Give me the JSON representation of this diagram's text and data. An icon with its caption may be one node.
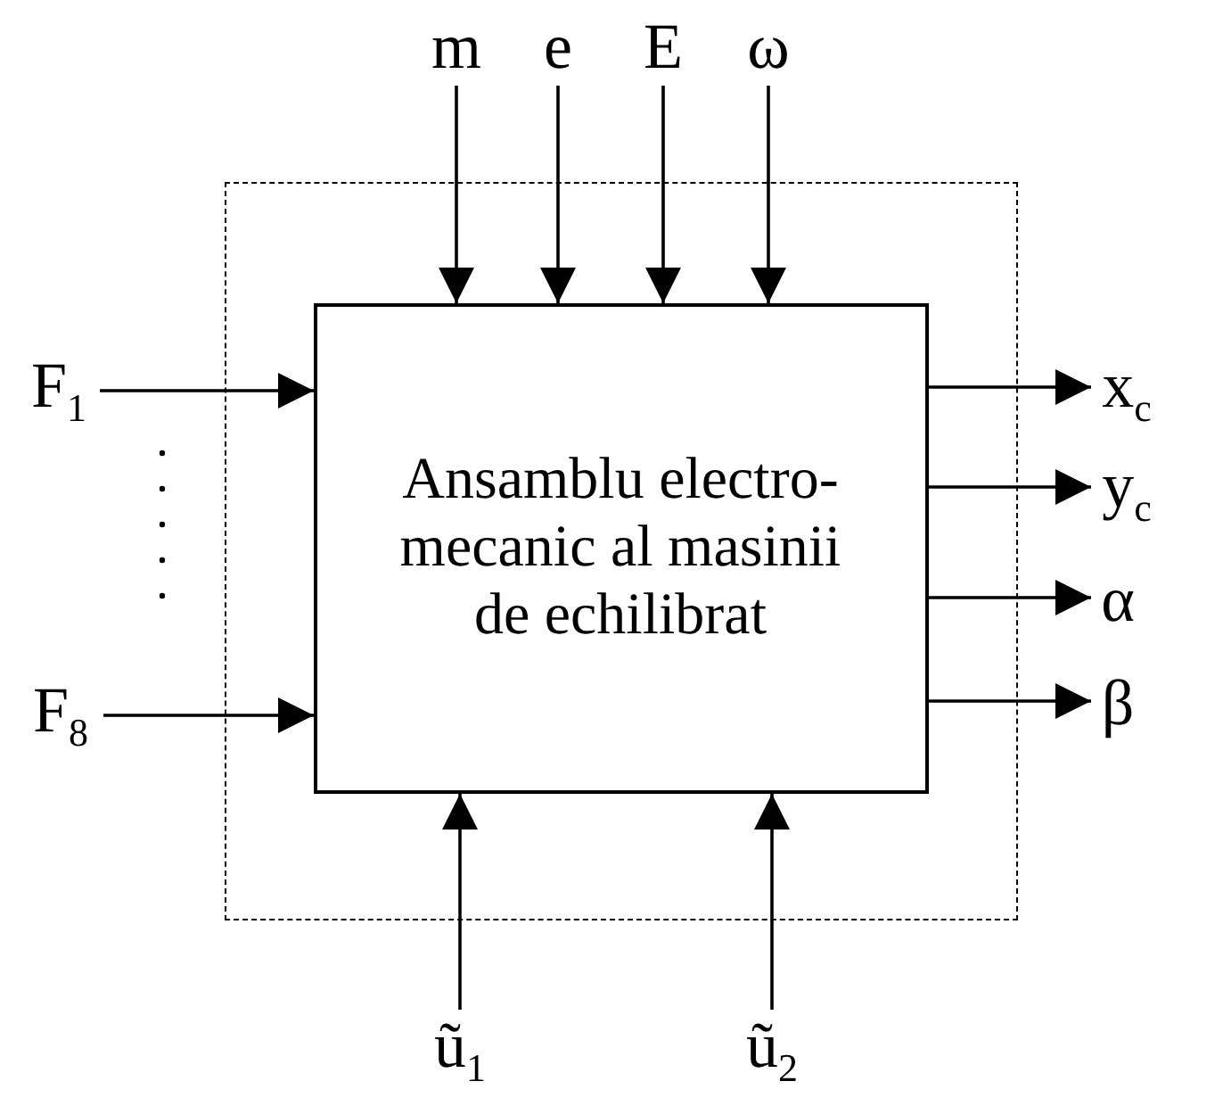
{
  "diagram": {
    "nodes": [
      {
        "text": [],
        "shape": "box"
      },
      {
        "text": [
          "Ansamblu electro-mecanic al masinii de echilibrat"
        ],
        "in": 0
      },
      {
        "text": [
          "m"
        ]
      },
      {
        "text": [
          "e"
        ]
      },
      {
        "text": [
          "E"
        ]
      },
      {
        "text": [
          "ω"
        ]
      },
      {
        "text": [
          "F$_{1}$"
        ]
      },
      {
        "text": [
          "F$_{8}$"
        ]
      },
      {
        "text": [
          "x$_{c}$"
        ]
      },
      {
        "text": [
          "y$_{c}$"
        ]
      },
      {
        "text": [
          "α"
        ]
      },
      {
        "text": [
          "β"
        ]
      },
      {
        "text": [
          "ũ$_{1}$"
        ]
      },
      {
        "text": [
          "ũ$_{2}$"
        ]
      }
    ],
    "edges": [
      {
        "from": 2,
        "to": 1,
        "arrow": "to"
      },
      {
        "from": 3,
        "to": 1,
        "arrow": "to"
      },
      {
        "from": 4,
        "to": 1,
        "arrow": "to"
      },
      {
        "from": 5,
        "to": 1,
        "arrow": "to"
      },
      {
        "from": 6,
        "to": 1,
        "arrow": "to"
      },
      {
        "from": 7,
        "to": 1,
        "arrow": "to"
      },
      {
        "from": 1,
        "to": 8,
        "arrow": "to"
      },
      {
        "from": 1,
        "to": 9,
        "arrow": "to"
      },
      {
        "from": 1,
        "to": 10,
        "arrow": "to"
      },
      {
        "from": 1,
        "to": 11,
        "arrow": "to"
      },
      {
        "from": 12,
        "to": 1,
        "arrow": "to"
      },
      {
        "from": 13,
        "to": 1,
        "arrow": "to"
      }
    ]
  }
}
